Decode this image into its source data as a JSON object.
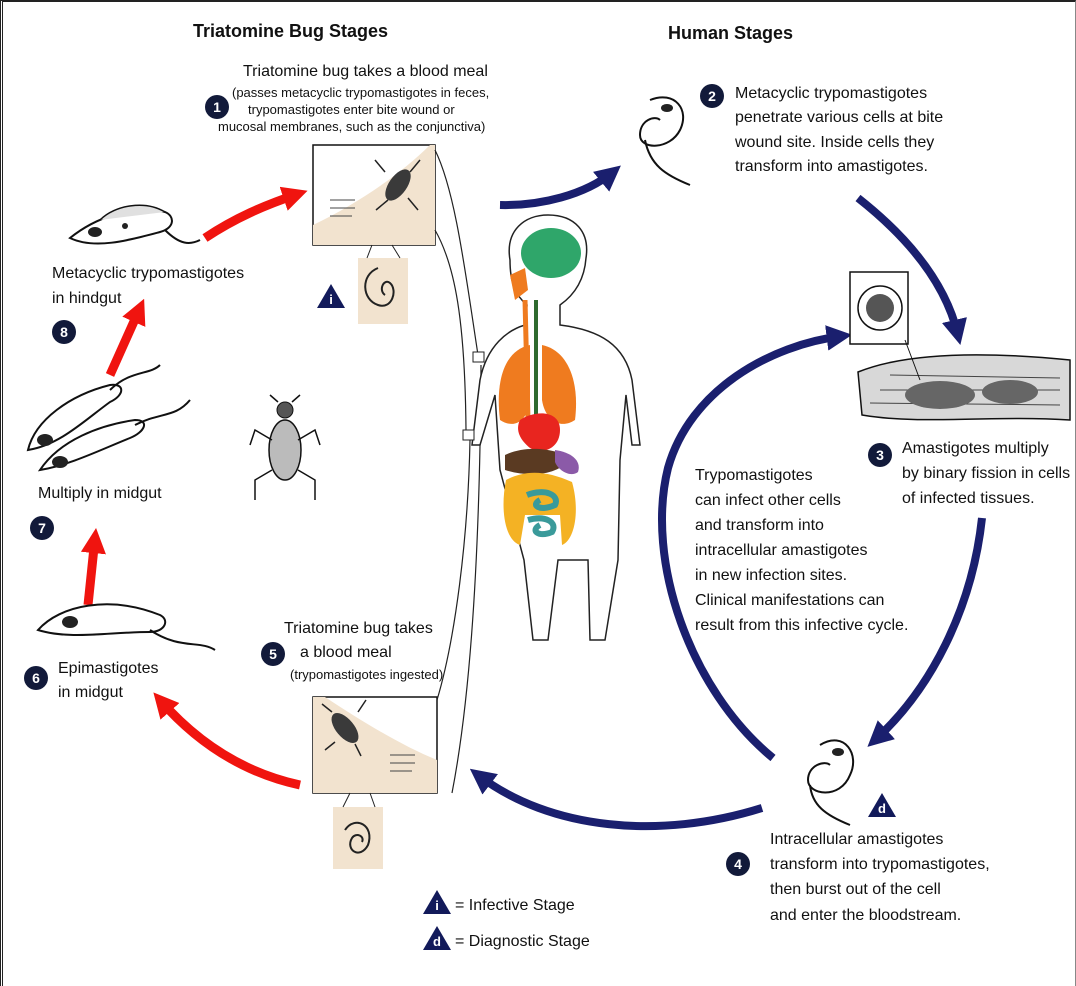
{
  "headers": {
    "bug": "Triatomine Bug Stages",
    "human": "Human Stages"
  },
  "stages": {
    "s1": {
      "number": "1",
      "title": "Triatomine bug takes a blood meal",
      "detail": [
        "(passes metacyclic trypomastigotes in feces,",
        "trypomastigotes enter bite wound or",
        "mucosal membranes, such as the conjunctiva)"
      ]
    },
    "s2": {
      "number": "2",
      "lines": [
        "Metacyclic trypomastigotes",
        "penetrate various cells at bite",
        "wound site.  Inside cells they",
        "transform into amastigotes."
      ]
    },
    "s3": {
      "number": "3",
      "lines": [
        "Amastigotes multiply",
        "by binary fission in cells",
        "of infected tissues."
      ]
    },
    "s4": {
      "number": "4",
      "lines": [
        "Intracellular amastigotes",
        "transform into trypomastigotes,",
        "then burst out of the cell",
        "and enter the bloodstream."
      ]
    },
    "s5": {
      "number": "5",
      "lines": [
        "Triatomine bug takes",
        "a blood meal"
      ],
      "detail": "(trypomastigotes ingested)"
    },
    "s6": {
      "number": "6",
      "lines": [
        "Epimastigotes",
        "in midgut"
      ]
    },
    "s7": {
      "number": "7",
      "lines": [
        "Multiply in midgut"
      ]
    },
    "s8": {
      "number": "8",
      "lines": [
        "Metacyclic trypomastigotes",
        "in hindgut"
      ]
    }
  },
  "center_text": [
    "Trypomastigotes",
    "can infect other cells",
    "and transform into",
    "intracellular amastigotes",
    "in new infection sites.",
    "Clinical manifestations can",
    "result from this infective cycle."
  ],
  "markers": {
    "infective_letter": "i",
    "diagnostic_letter": "d"
  },
  "legend": {
    "infective": "= Infective Stage",
    "diagnostic": "= Diagnostic Stage"
  },
  "colors": {
    "human_cycle_arrow": "#1a1f6e",
    "bug_cycle_arrow": "#f0140f",
    "badge": "#121a3a",
    "skin": "#f2e3cf",
    "brain": "#2fa66a",
    "lungs": "#ef7b1f",
    "heart": "#e8251f",
    "liver": "#5a3a22",
    "stomach": "#8b5aa8",
    "intestine": "#f4b224",
    "small_intestine": "#3a9a9a"
  }
}
